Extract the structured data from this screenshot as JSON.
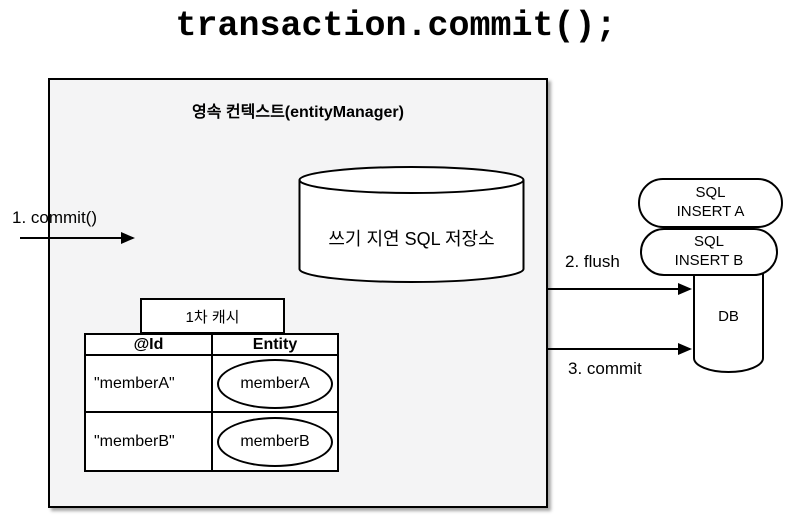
{
  "title": "transaction.commit();",
  "persistence_context": {
    "label": "영속 컨텍스트(entityManager)",
    "sql_store": {
      "label": "쓰기 지연 SQL 저장소"
    },
    "first_cache": {
      "label": "1차 캐시",
      "columns": [
        "@Id",
        "Entity"
      ],
      "rows": [
        {
          "id": "\"memberA\"",
          "entity": "memberA"
        },
        {
          "id": "\"memberB\"",
          "entity": "memberB"
        }
      ]
    }
  },
  "flow": {
    "step1": "1. commit()",
    "step2": "2. flush",
    "step3": "3. commit"
  },
  "sql_queue": [
    {
      "line1": "SQL",
      "line2": "INSERT A"
    },
    {
      "line1": "SQL",
      "line2": "INSERT B"
    }
  ],
  "db": {
    "label": "DB"
  },
  "colors": {
    "box_fill": "#f4f4f5",
    "stroke": "#000000",
    "background": "#ffffff"
  }
}
